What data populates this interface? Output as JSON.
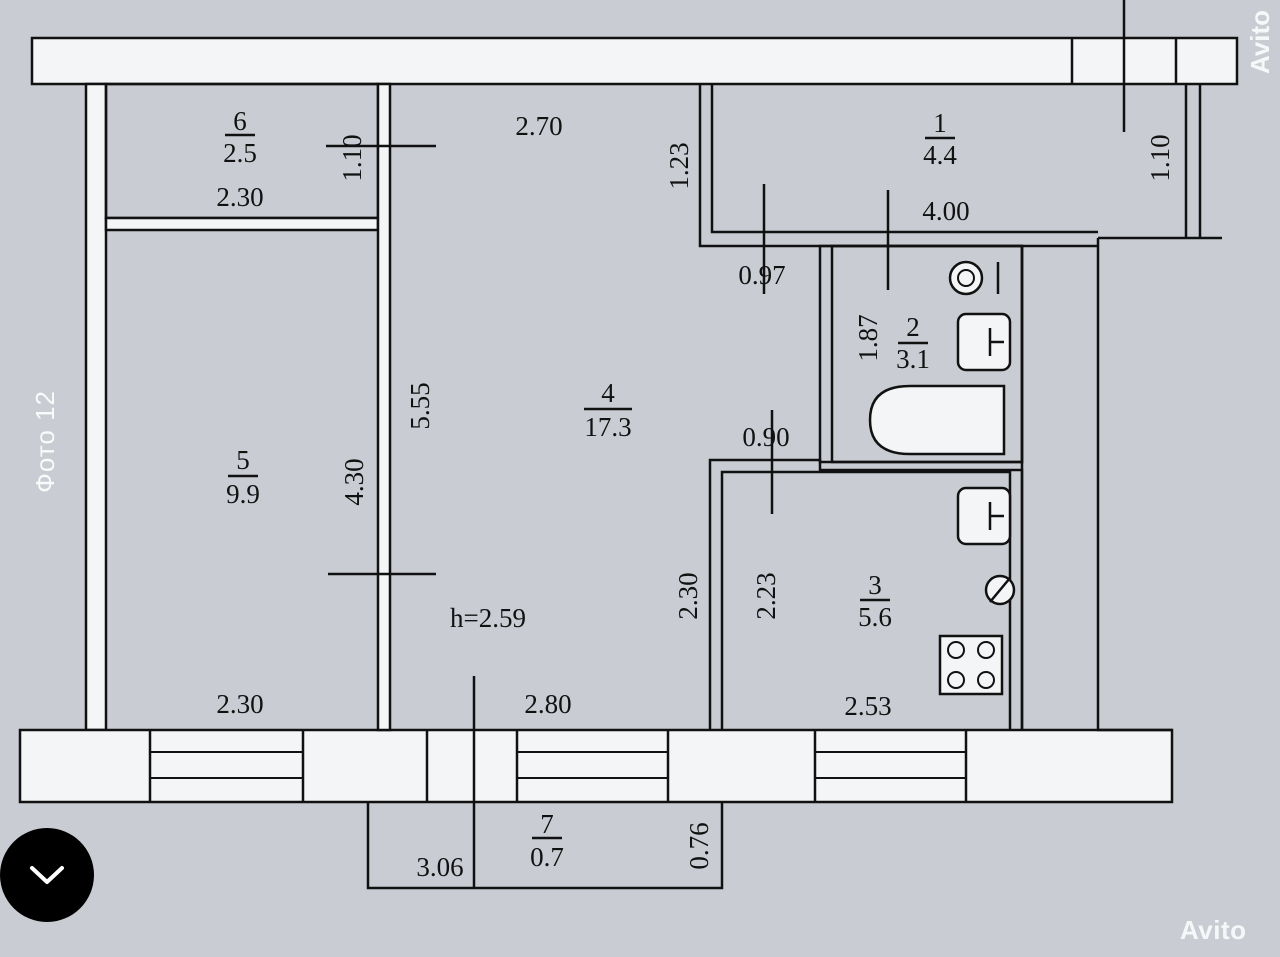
{
  "photo_label": "Фото 12",
  "watermark": "Avito",
  "rooms": [
    {
      "num": "1",
      "area": "4.4"
    },
    {
      "num": "2",
      "area": "3.1"
    },
    {
      "num": "3",
      "area": "5.6"
    },
    {
      "num": "4",
      "area": "17.3"
    },
    {
      "num": "5",
      "area": "9.9"
    },
    {
      "num": "6",
      "area": "2.5"
    },
    {
      "num": "7",
      "area": "0.7"
    }
  ],
  "dimensions": {
    "d_2_70": "2.70",
    "d_1_10_left": "1.10",
    "d_1_23": "1.23",
    "d_1_10_right": "1.10",
    "d_2_30_top": "2.30",
    "d_4_00": "4.00",
    "d_0_97": "0.97",
    "d_1_87": "1.87",
    "d_5_55": "5.55",
    "d_4_30": "4.30",
    "d_0_90": "0.90",
    "d_2_30_mid": "2.30",
    "d_2_23": "2.23",
    "d_2_30_bottom": "2.30",
    "d_2_80": "2.80",
    "d_2_53": "2.53",
    "d_3_06": "3.06",
    "d_0_76": "0.76"
  },
  "height_label": "h=2.59",
  "icons": {
    "nav": "chevron-down-icon"
  }
}
